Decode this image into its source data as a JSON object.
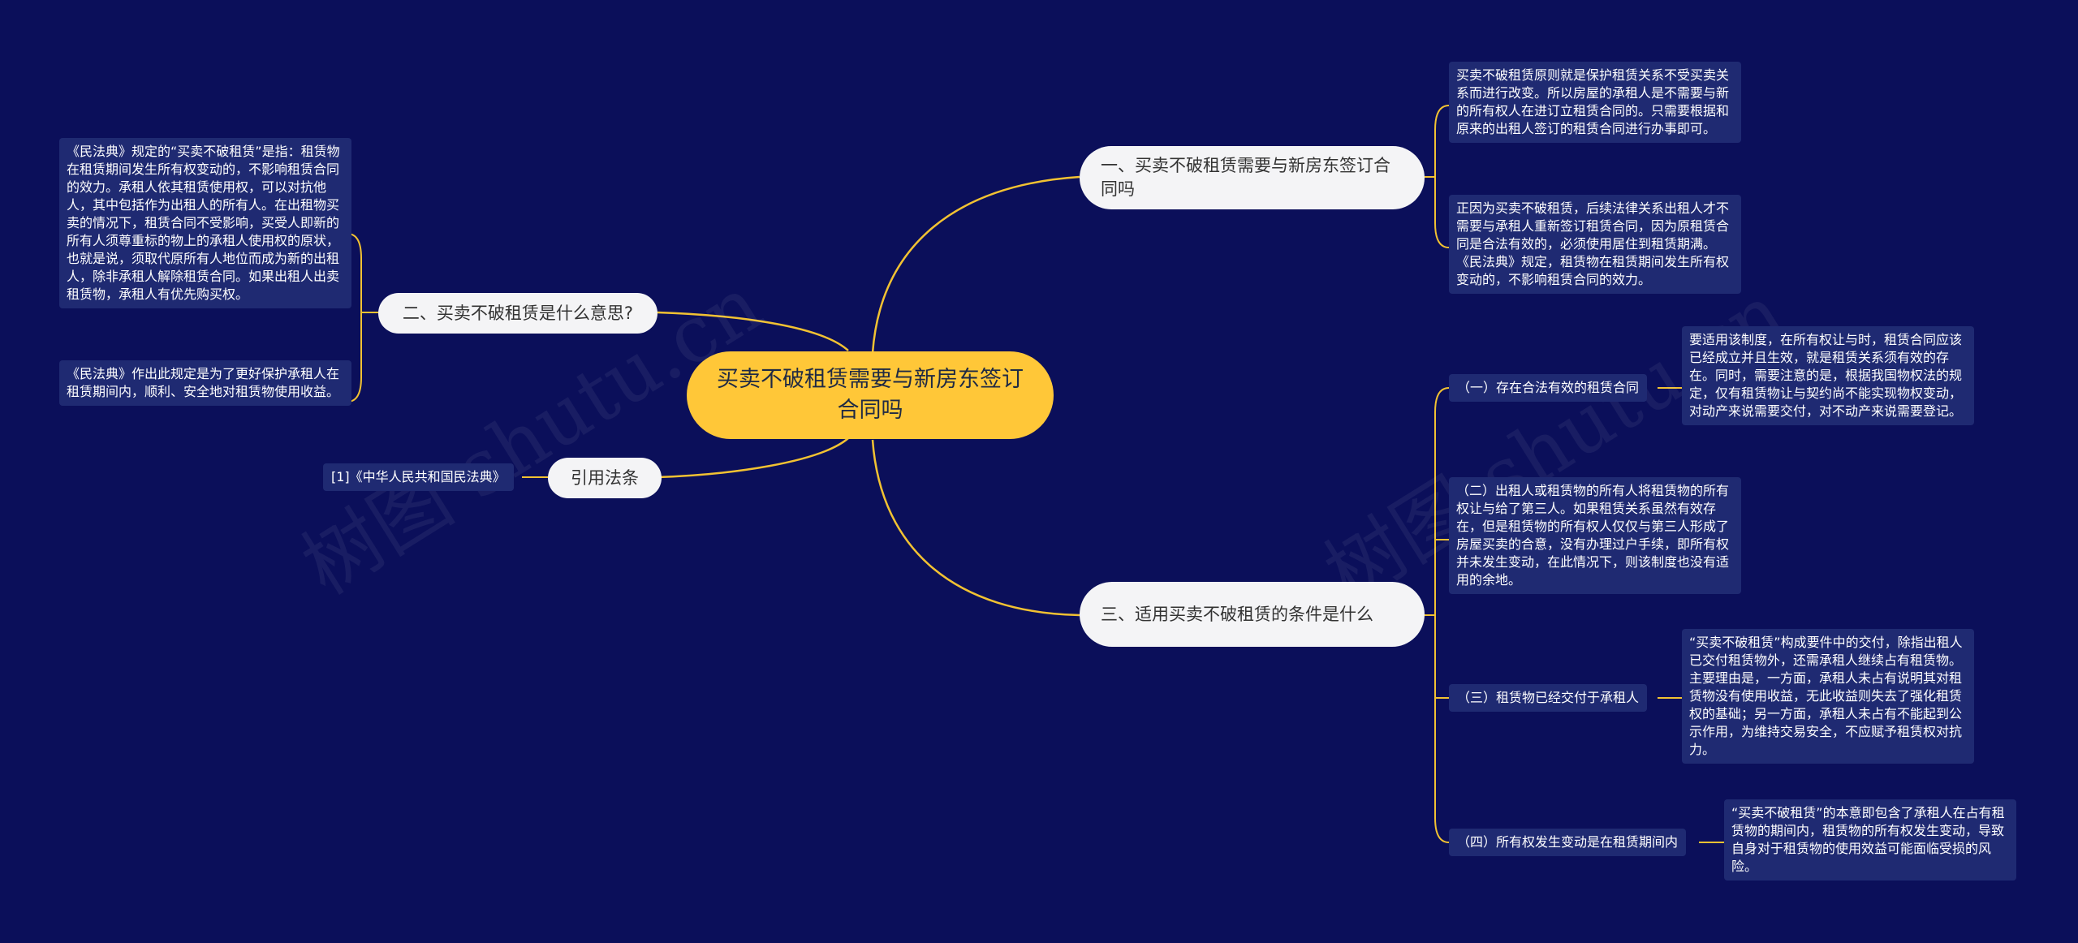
{
  "root": {
    "title": "买卖不破租赁需要与新房东签订合同吗"
  },
  "branches": {
    "b1": {
      "title": "一、买卖不破租赁需要与新房东签订合同吗",
      "leaves": [
        "买卖不破租赁原则就是保护租赁关系不受买卖关系而进行改变。所以房屋的承租人是不需要与新的所有权人在进订立租赁合同的。只需要根据和原来的出租人签订的租赁合同进行办事即可。",
        "正因为买卖不破租赁，后续法律关系出租人才不需要与承租人重新签订租赁合同，因为原租赁合同是合法有效的，必须使用居住到租赁期满。《民法典》规定，租赁物在租赁期间发生所有权变动的，不影响租赁合同的效力。"
      ]
    },
    "b2": {
      "title": "二、买卖不破租赁是什么意思?",
      "leaves": [
        "《民法典》规定的“买卖不破租赁”是指：租赁物在租赁期间发生所有权变动的，不影响租赁合同的效力。承租人依其租赁使用权，可以对抗他人，其中包括作为出租人的所有人。在出租物买卖的情况下，租赁合同不受影响，买受人即新的所有人须尊重标的物上的承租人使用权的原状，也就是说，须取代原所有人地位而成为新的出租人，除非承租人解除租赁合同。如果出租人出卖租赁物，承租人有优先购买权。",
        "《民法典》作出此规定是为了更好保护承租人在租赁期间内，顺利、安全地对租赁物使用收益。"
      ]
    },
    "b3": {
      "title": "引用法条",
      "leaves": [
        "[1]《中华人民共和国民法典》"
      ]
    },
    "b4": {
      "title": "三、适用买卖不破租赁的条件是什么",
      "subs": [
        {
          "title": "（一）存在合法有效的租赁合同",
          "leaf": "要适用该制度，在所有权让与时，租赁合同应该已经成立并且生效，就是租赁关系须有效的存在。同时，需要注意的是，根据我国物权法的规定，仅有租赁物让与契约尚不能实现物权变动，对动产来说需要交付，对不动产来说需要登记。"
        },
        {
          "title": "（二）出租人或租赁物的所有人将租赁物的所有权让与给了第三人。如果租赁关系虽然有效存在，但是租赁物的所有权人仅仅与第三人形成了房屋买卖的合意，没有办理过户手续，即所有权并未发生变动，在此情况下，则该制度也没有适用的余地。",
          "leaf": ""
        },
        {
          "title": "（三）租赁物已经交付于承租人",
          "leaf": "“买卖不破租赁”构成要件中的交付，除指出租人已交付租赁物外，还需承租人继续占有租赁物。主要理由是，一方面，承租人未占有说明其对租赁物没有使用收益，无此收益则失去了强化租赁权的基础；另一方面，承租人未占有不能起到公示作用，为维持交易安全，不应赋予租赁权对抗力。"
        },
        {
          "title": "（四）所有权发生变动是在租赁期间内",
          "leaf": "“买卖不破租赁”的本意即包含了承租人在占有租赁物的期间内，租赁物的所有权发生变动，导致自身对于租赁物的使用效益可能面临受损的风险。"
        }
      ]
    }
  },
  "colors": {
    "background": "#0b0f5a",
    "root": "#ffc738",
    "line": "#f2c232",
    "leaf": "#1f2a72",
    "branch": "#f4f4f6"
  }
}
